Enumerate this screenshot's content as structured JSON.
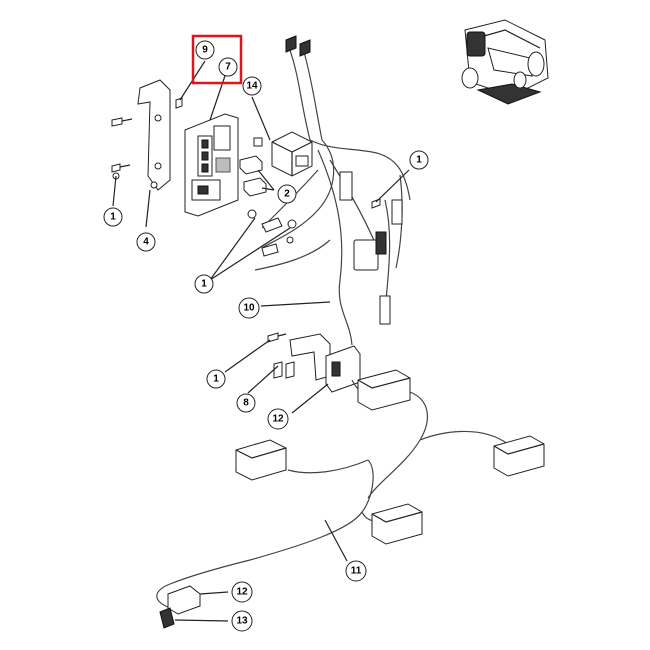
{
  "diagram": {
    "callouts": [
      {
        "id": "c9a",
        "label": "9"
      },
      {
        "id": "c7",
        "label": "7"
      },
      {
        "id": "c14",
        "label": "14"
      },
      {
        "id": "c1a",
        "label": "1"
      },
      {
        "id": "c1b",
        "label": "1"
      },
      {
        "id": "c2",
        "label": "2"
      },
      {
        "id": "c4",
        "label": "4"
      },
      {
        "id": "c1c",
        "label": "1"
      },
      {
        "id": "c10",
        "label": "10"
      },
      {
        "id": "c1d",
        "label": "1"
      },
      {
        "id": "c8",
        "label": "8"
      },
      {
        "id": "c12a",
        "label": "12"
      },
      {
        "id": "c11",
        "label": "11"
      },
      {
        "id": "c12b",
        "label": "12"
      },
      {
        "id": "c13",
        "label": "13"
      }
    ],
    "highlight_color": "#e0141e"
  }
}
